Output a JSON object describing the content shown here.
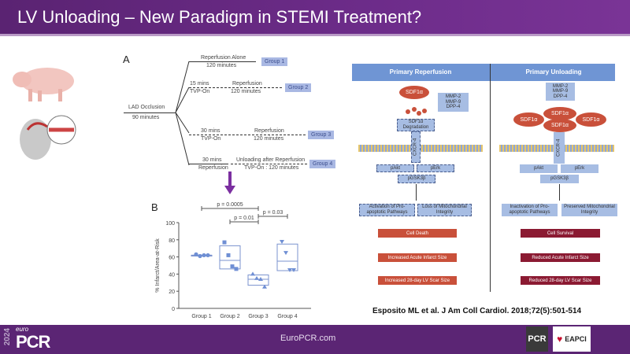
{
  "title": "LV Unloading – New Paradigm in STEMI Treatment?",
  "panel_a": {
    "label": "A",
    "start_top": "LAD Occlusion",
    "start_bottom": "90 minutes",
    "branches": [
      {
        "top": "Reperfusion Alone",
        "bottom": "120 minutes",
        "group": "Group 1"
      },
      {
        "pre_top": "15 mins",
        "pre_bottom": "TVP-On",
        "top": "Reperfusion",
        "bottom": "120 minutes",
        "group": "Group 2"
      },
      {
        "pre_top": "30 mins",
        "pre_bottom": "TVP-On",
        "top": "Reperfusion",
        "bottom": "120 minutes",
        "group": "Group 3"
      },
      {
        "pre_top": "30 mins",
        "pre_bottom": "Reperfusion",
        "top": "Unloading after Reperfusion",
        "bottom": "TVP-On : 120 minutes",
        "group": "Group 4"
      }
    ]
  },
  "chart_data": {
    "type": "box",
    "label": "B",
    "ylabel": "% Infarct/Area-at-Risk",
    "ylim": [
      0,
      100
    ],
    "yticks": [
      0,
      20,
      40,
      60,
      80,
      100
    ],
    "categories": [
      "Group 1",
      "Group 2",
      "Group 3",
      "Group 4"
    ],
    "boxes": [
      {
        "q1": 61,
        "median": 62,
        "q3": 62,
        "points": [
          63,
          61,
          62,
          62
        ]
      },
      {
        "q1": 46,
        "median": 56,
        "q3": 73,
        "points": [
          77,
          62,
          49,
          46
        ]
      },
      {
        "q1": 27,
        "median": 34,
        "q3": 39,
        "points": [
          40,
          35,
          34,
          25
        ]
      },
      {
        "q1": 44,
        "median": 55,
        "q3": 75,
        "points": [
          78,
          65,
          45,
          45
        ]
      }
    ],
    "comparisons": [
      {
        "from": 0,
        "to": 2,
        "label": "p = 0.0005"
      },
      {
        "from": 1,
        "to": 2,
        "label": "p = 0.01"
      },
      {
        "from": 2,
        "to": 3,
        "label": "p = 0.03"
      }
    ]
  },
  "right": {
    "left_title": "Primary Reperfusion",
    "right_title": "Primary Unloading",
    "sdf": "SDF1α",
    "mmp": [
      "MMP-2",
      "MMP-9",
      "DPP-4"
    ],
    "degradation": "SDF1α Degradation",
    "cxcr": "CXCR-4",
    "pakt": "pAkt",
    "perk": "pErk",
    "pgsk": "pGSK3β",
    "l_mid": [
      "Activation of Pro-apoptotic Pathways",
      "Loss of Mitochondrial Integrity"
    ],
    "r_mid": [
      "Inactivation of Pro-apoptotic Pathways",
      "Preserved Mitochondrial Integrity"
    ],
    "l_out": [
      "Cell Death",
      "Increased Acute Infarct Size",
      "Increased 28-day LV Scar Size"
    ],
    "r_out": [
      "Cell Survival",
      "Reduced Acute Infarct Size",
      "Reduced 28-day LV Scar Size"
    ]
  },
  "citation": "Esposito ML et al. J Am Coll Cardiol. 2018;72(5):501-514",
  "footer": {
    "url": "EuroPCR.com",
    "year": "2024",
    "logo_small": "euro",
    "logo": "PCR",
    "pcr_badge": "PCR",
    "eapci": "EAPCI"
  },
  "colors": {
    "purple": "#5b2574",
    "blue": "#6f95d4",
    "red": "#c9503a",
    "darkred": "#8b1a32"
  }
}
